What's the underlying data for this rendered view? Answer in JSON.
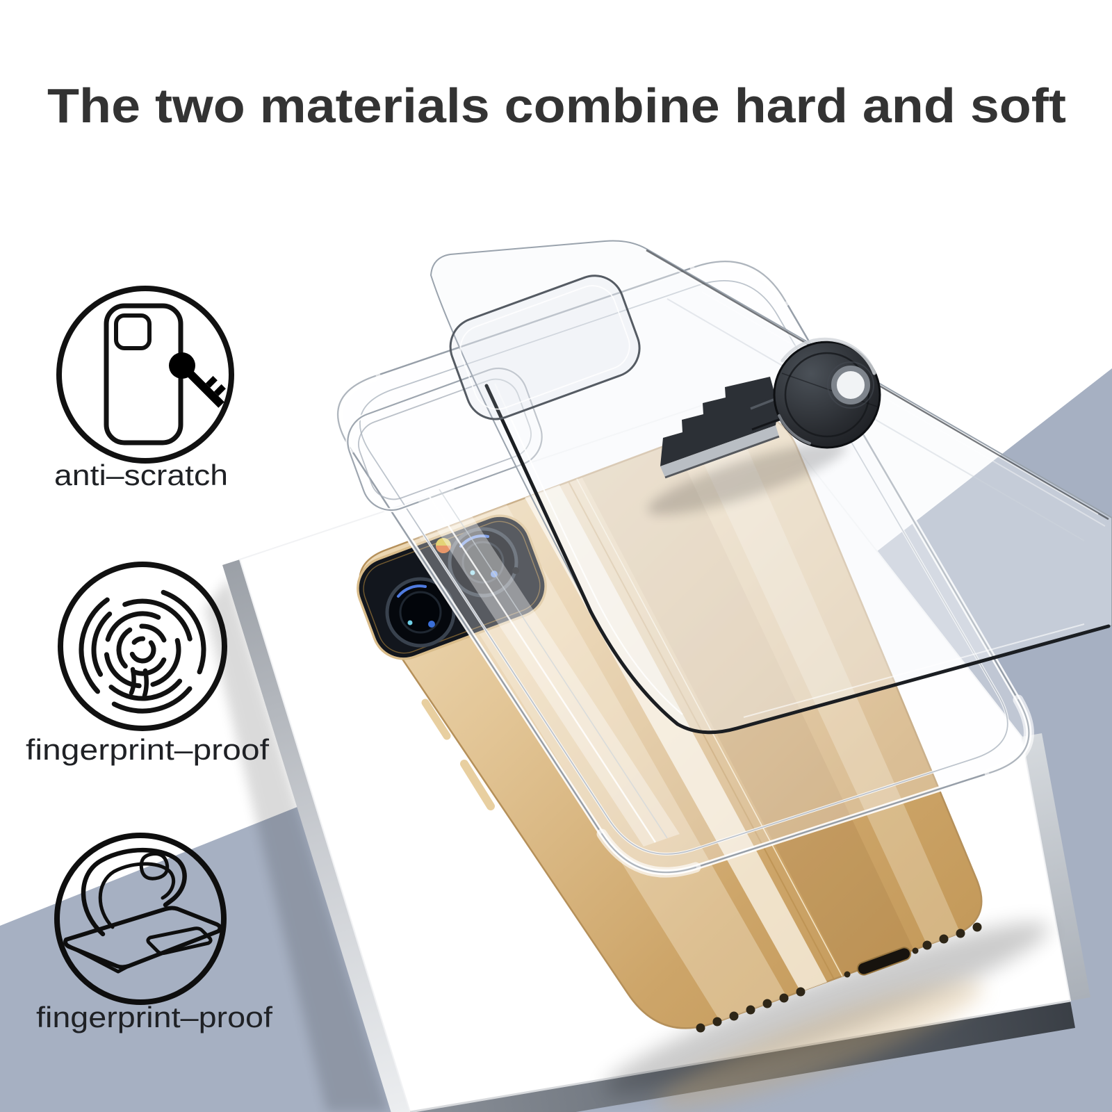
{
  "title": "The two materials combine hard and soft",
  "features": [
    {
      "label": "anti–scratch",
      "icon": "anti-scratch-icon"
    },
    {
      "label": "fingerprint–proof",
      "icon": "fingerprint-icon"
    },
    {
      "label": "fingerprint–proof",
      "icon": "flexible-case-icon"
    }
  ],
  "scene": {
    "objects": [
      "clear-hard-back-plate",
      "clear-tpu-bumper-case",
      "gold-phone",
      "black-key",
      "white-display-block"
    ],
    "phone_details": [
      "dual-camera-module",
      "camera-flash",
      "side-buttons",
      "speaker-holes",
      "lightning-port"
    ]
  },
  "colors": {
    "background": "#ffffff",
    "slate": "#a6b0c2",
    "phone_gold": "#dfc08d",
    "phone_gold_deep": "#c49a5c",
    "key_black": "#26292e",
    "lens_glint": "#4f7be0",
    "flash_orange": "#e06a2a",
    "title_text": "#333333",
    "label_text": "#1f2125"
  }
}
